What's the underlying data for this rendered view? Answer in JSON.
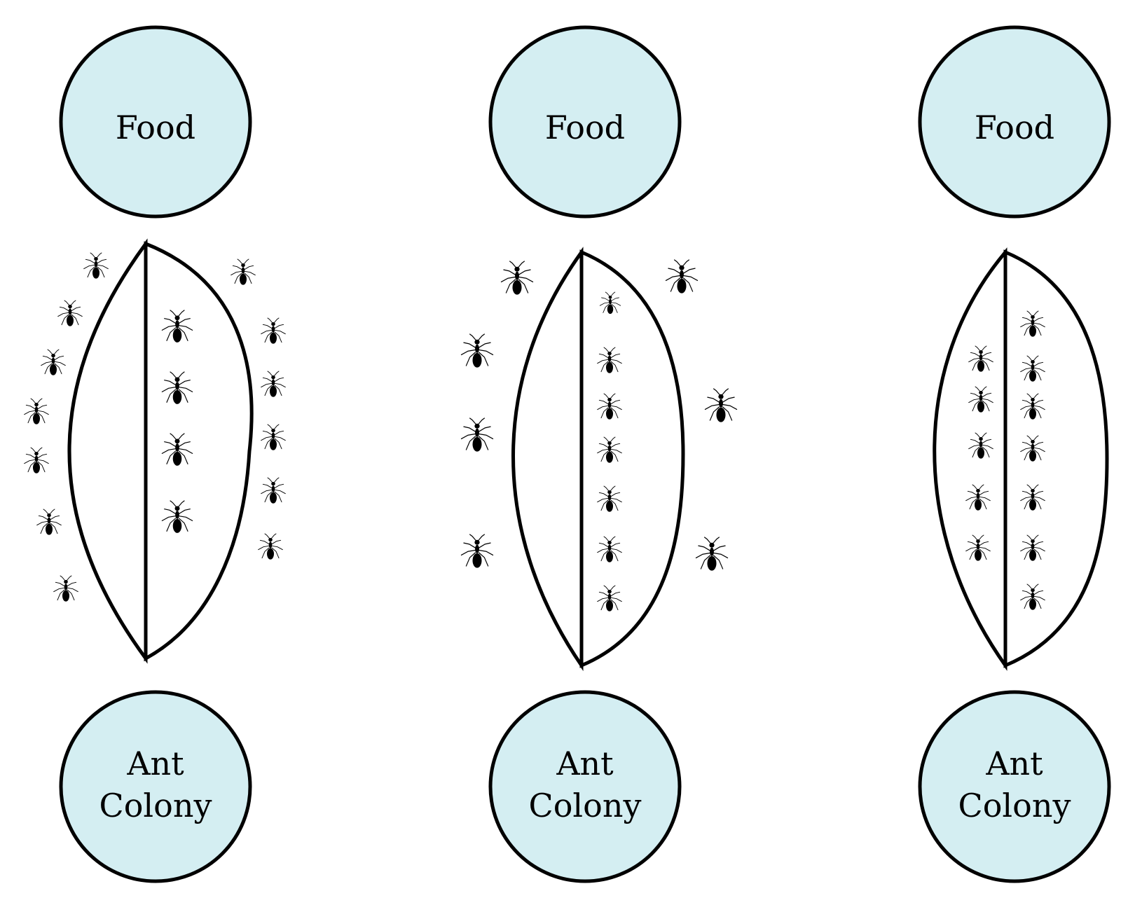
{
  "colors": {
    "node_fill": "#d4eef2"
  },
  "panels": [
    {
      "food_label": "Food",
      "colony_label_line1": "Ant",
      "colony_label_line2": "Colony"
    },
    {
      "food_label": "Food",
      "colony_label_line1": "Ant",
      "colony_label_line2": "Colony"
    },
    {
      "food_label": "Food",
      "colony_label_line1": "Ant",
      "colony_label_line2": "Colony"
    }
  ]
}
